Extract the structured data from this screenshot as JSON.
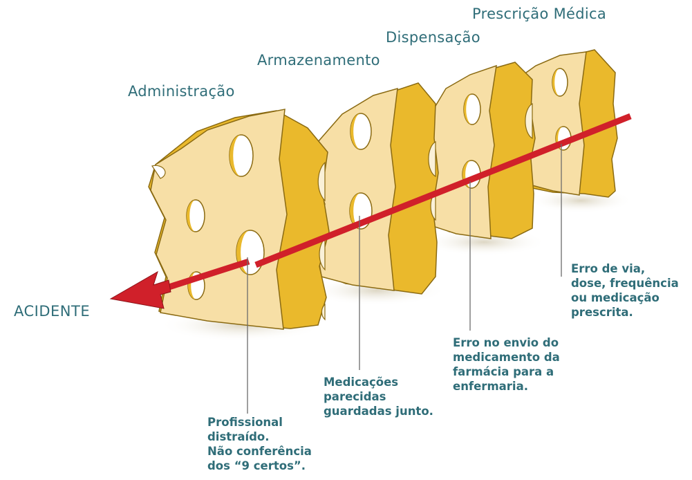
{
  "layers": [
    {
      "title": "Prescrição Médica"
    },
    {
      "title": "Dispensação"
    },
    {
      "title": "Armazenamento"
    },
    {
      "title": "Administração"
    }
  ],
  "accident_label": "ACIDENTE",
  "notes": {
    "prescricao": [
      "Erro de via,",
      "dose, frequência",
      "ou medicação",
      "prescrita."
    ],
    "dispensacao": [
      "Erro no envio do",
      "medicamento da",
      "farmácia para a",
      "enfermaria."
    ],
    "armazenamento": [
      "Medicações",
      "parecidas",
      "guardadas junto."
    ],
    "administracao": [
      "Profissional",
      "distraído.",
      "Não conferência",
      "dos “9 certos”."
    ]
  },
  "colors": {
    "cheese_face": "#f7dfa6",
    "cheese_side": "#eab92c",
    "arrow": "#d0202a",
    "text": "#2f6d78"
  }
}
